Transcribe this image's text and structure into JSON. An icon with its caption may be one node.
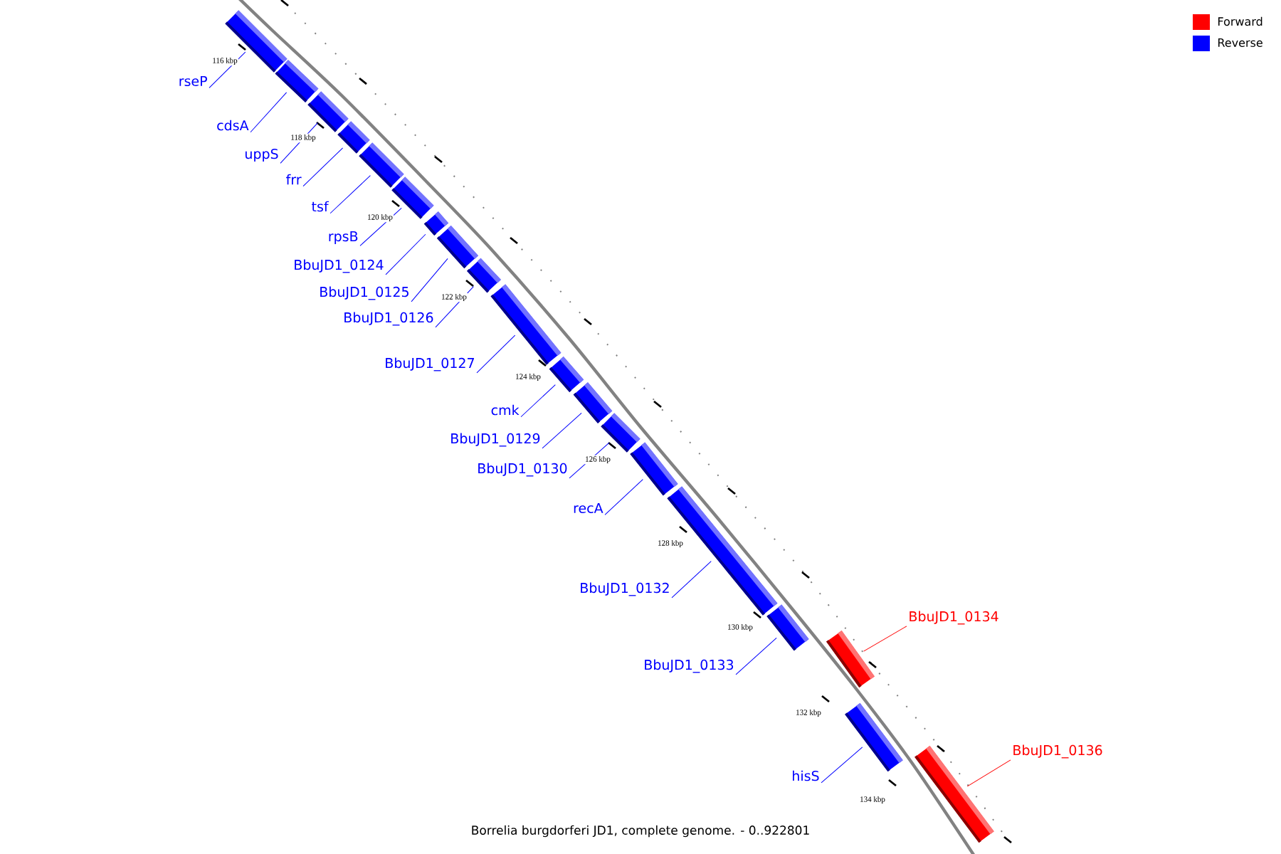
{
  "diagram": {
    "caption": "Borrelia burgdorferi JD1, complete genome. - 0..922801",
    "nodes": [
      {
        "text": [
          "rseP"
        ]
      },
      {
        "text": [],
        "shape": "bar"
      },
      {
        "text": [
          "cdsA"
        ]
      },
      {
        "text": [],
        "shape": "bar"
      },
      {
        "text": [
          "uppS"
        ]
      },
      {
        "text": [],
        "shape": "bar"
      },
      {
        "text": [
          "frr"
        ]
      },
      {
        "text": [],
        "shape": "bar"
      },
      {
        "text": [
          "tsf"
        ]
      },
      {
        "text": [],
        "shape": "bar"
      },
      {
        "text": [
          "rpsB"
        ]
      },
      {
        "text": [],
        "shape": "bar"
      },
      {
        "text": [
          "BbuJD1_0124"
        ]
      },
      {
        "text": [],
        "shape": "bar"
      },
      {
        "text": [
          "BbuJD1_0125"
        ]
      },
      {
        "text": [],
        "shape": "bar"
      },
      {
        "text": [
          "BbuJD1_0126"
        ]
      },
      {
        "text": [],
        "shape": "bar"
      },
      {
        "text": [
          "BbuJD1_0127"
        ]
      },
      {
        "text": [],
        "shape": "bar"
      },
      {
        "text": [
          "cmk"
        ]
      },
      {
        "text": [],
        "shape": "bar"
      },
      {
        "text": [
          "BbuJD1_0129"
        ]
      },
      {
        "text": [],
        "shape": "bar"
      },
      {
        "text": [
          "BbuJD1_0130"
        ]
      },
      {
        "text": [],
        "shape": "bar"
      },
      {
        "text": [
          "recA"
        ]
      },
      {
        "text": [],
        "shape": "bar"
      },
      {
        "text": [
          "BbuJD1_0132"
        ]
      },
      {
        "text": [],
        "shape": "bar"
      },
      {
        "text": [
          "BbuJD1_0133"
        ]
      },
      {
        "text": [],
        "shape": "bar"
      },
      {
        "text": [
          "BbuJD1_0134"
        ]
      },
      {
        "text": [],
        "shape": "bar"
      },
      {
        "text": [
          "hisS"
        ]
      },
      {
        "text": [],
        "shape": "bar"
      },
      {
        "text": [
          "BbuJD1_0136"
        ]
      },
      {
        "text": [],
        "shape": "bar"
      }
    ],
    "edges": [
      {
        "from": 0,
        "to": 1,
        "arrow": "none"
      },
      {
        "from": 2,
        "to": 3,
        "arrow": "none"
      },
      {
        "from": 4,
        "to": 5,
        "arrow": "none"
      },
      {
        "from": 6,
        "to": 7,
        "arrow": "none"
      },
      {
        "from": 8,
        "to": 9,
        "arrow": "none"
      },
      {
        "from": 10,
        "to": 11,
        "arrow": "none"
      },
      {
        "from": 12,
        "to": 13,
        "arrow": "none"
      },
      {
        "from": 14,
        "to": 15,
        "arrow": "none"
      },
      {
        "from": 16,
        "to": 17,
        "arrow": "none"
      },
      {
        "from": 18,
        "to": 19,
        "arrow": "none"
      },
      {
        "from": 20,
        "to": 21,
        "arrow": "none"
      },
      {
        "from": 22,
        "to": 23,
        "arrow": "none"
      },
      {
        "from": 24,
        "to": 25,
        "arrow": "none"
      },
      {
        "from": 26,
        "to": 27,
        "arrow": "none"
      },
      {
        "from": 28,
        "to": 29,
        "arrow": "none"
      },
      {
        "from": 30,
        "to": 31,
        "arrow": "none"
      },
      {
        "from": 32,
        "to": 33,
        "arrow": "none",
        "color": "#ff0000"
      },
      {
        "from": 34,
        "to": 35,
        "arrow": "none"
      },
      {
        "from": 36,
        "to": 37,
        "arrow": "none",
        "color": "#ff0000"
      }
    ],
    "labels": [
      "116 kbp",
      "118 kbp",
      "120 kbp",
      "122 kbp",
      "124 kbp",
      "126 kbp",
      "128 kbp",
      "130 kbp",
      "132 kbp",
      "134 kbp"
    ],
    "legend": [
      {
        "text": "Forward",
        "color": "#ff0000"
      },
      {
        "text": "Reverse",
        "color": "#0000ff"
      }
    ]
  }
}
